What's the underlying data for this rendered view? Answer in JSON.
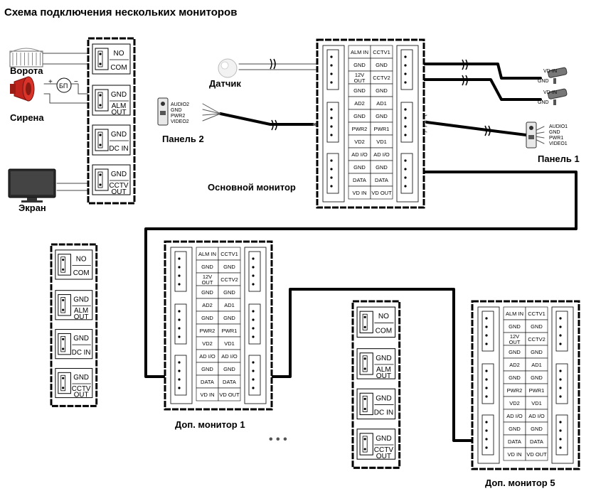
{
  "title": "Схема подключения нескольких мониторов",
  "labels": {
    "gate": "Ворота",
    "siren": "Сирена",
    "screen": "Экран",
    "sensor": "Датчик",
    "panel2": "Панель 2",
    "panel1": "Панель 1",
    "main_monitor": "Основной монитор",
    "extra_monitor1": "Доп. монитор 1",
    "extra_monitor5": "Доп. монитор 5",
    "power_supply": "БП",
    "plus": "+",
    "minus": "−",
    "ellipsis": "• • •"
  },
  "relay_block": {
    "no": "NO",
    "com": "COM",
    "gnd": "GND",
    "alm_out_1": "ALM",
    "alm_out_2": "OUT",
    "dc_in": "DC IN",
    "cctv_out_1": "CCTV",
    "cctv_out_2": "OUT"
  },
  "monitor_table": [
    [
      "ALM IN",
      "CCTV1"
    ],
    [
      "GND",
      "GND"
    ],
    [
      "12V OUT",
      "CCTV2"
    ],
    [
      "GND",
      "GND"
    ],
    [
      "AD2",
      "AD1"
    ],
    [
      "GND",
      "GND"
    ],
    [
      "PWR2",
      "PWR1"
    ],
    [
      "VD2",
      "VD1"
    ],
    [
      "AD I/O",
      "AD I/O"
    ],
    [
      "GND",
      "GND"
    ],
    [
      "DATA",
      "DATA"
    ],
    [
      "VD IN",
      "VD OUT"
    ]
  ],
  "panel2_pins": [
    "AUDIO2",
    "GND",
    "PWR2",
    "VIDEO2"
  ],
  "panel1_pins": [
    "AUDIO1",
    "GND",
    "PWR1",
    "VIDEO1"
  ],
  "camera1": {
    "vd_in": "VD-IN",
    "gnd": "GND"
  },
  "camera2": {
    "vd_in": "VD-IN",
    "gnd": "GND"
  }
}
